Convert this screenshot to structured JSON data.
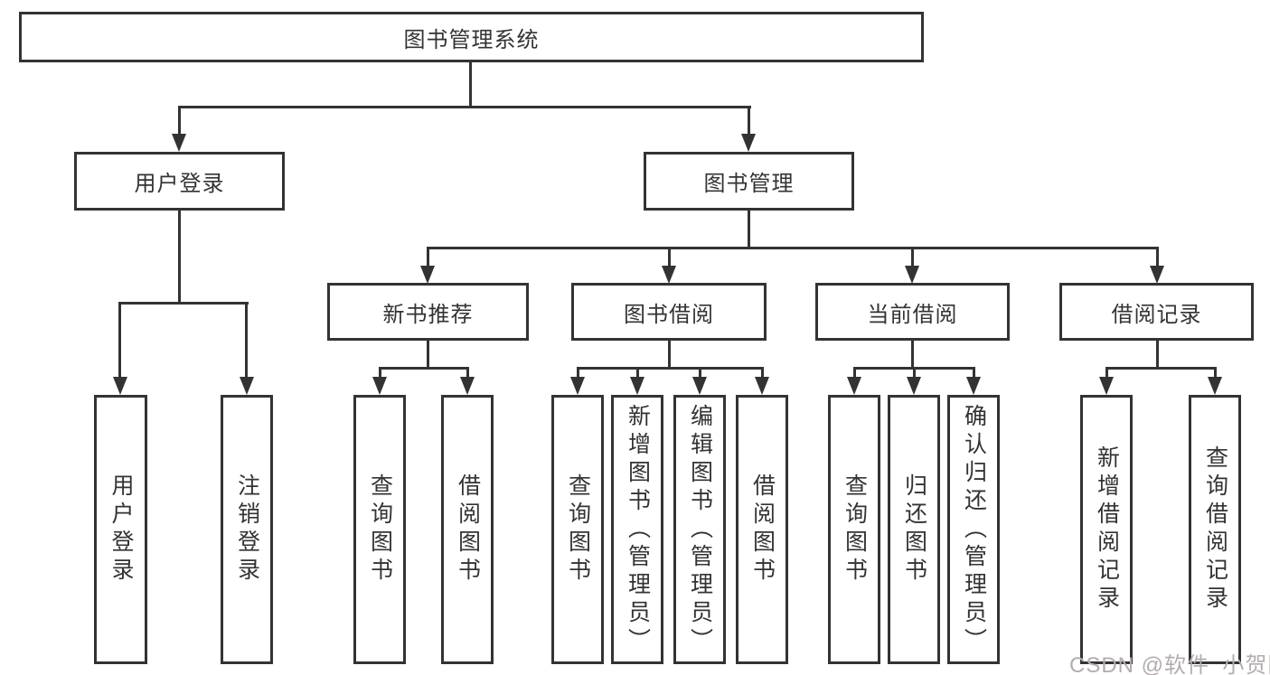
{
  "diagram": {
    "title": "图书管理系统",
    "tree": {
      "label": "图书管理系统",
      "children": [
        {
          "label": "用户登录",
          "children": [
            {
              "label": "用户登录"
            },
            {
              "label": "注销登录"
            }
          ]
        },
        {
          "label": "图书管理",
          "children": [
            {
              "label": "新书推荐",
              "children": [
                {
                  "label": "查询图书"
                },
                {
                  "label": "借阅图书"
                }
              ]
            },
            {
              "label": "图书借阅",
              "children": [
                {
                  "label": "查询图书"
                },
                {
                  "label": "新增图书（管理员）"
                },
                {
                  "label": "编辑图书（管理员）"
                },
                {
                  "label": "借阅图书"
                }
              ]
            },
            {
              "label": "当前借阅",
              "children": [
                {
                  "label": "查询图书"
                },
                {
                  "label": "归还图书"
                },
                {
                  "label": "确认归还（管理员）"
                }
              ]
            },
            {
              "label": "借阅记录",
              "children": [
                {
                  "label": "新增借阅记录"
                },
                {
                  "label": "查询借阅记录"
                }
              ]
            }
          ]
        }
      ]
    },
    "watermark": "CSDN @软件_小贺同学",
    "colors": {
      "line": "#333333",
      "text": "#333333",
      "watermark": "#b3adad",
      "background": "#ffffff"
    }
  }
}
